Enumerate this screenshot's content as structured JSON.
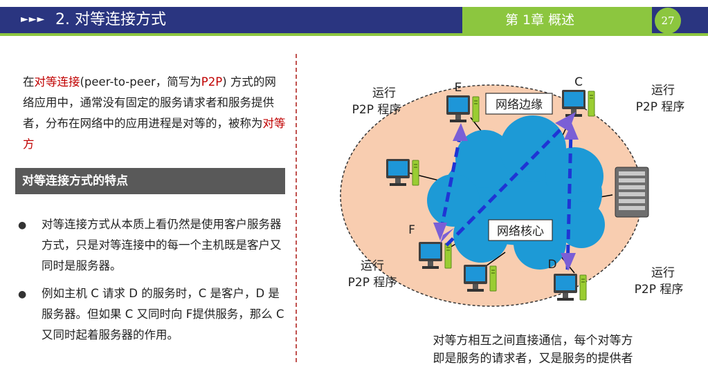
{
  "header": {
    "arrows": "►►►",
    "title": "2. 对等连接方式",
    "chapter": "第 1章   概述",
    "page": "27"
  },
  "intro": {
    "p1": "在",
    "term1": "对等连接",
    "p2": "(peer-to-peer，简写为",
    "term2": "P2P",
    "p3": ") 方式的网络应用中，通常没有固定的服务请求者和服务提供者，分布在网络中的应用进程是对等的，被称为",
    "term3": "对等方"
  },
  "section_title": "对等连接方式的特点",
  "bullets": [
    "对等连接方式从本质上看仍然是使用客户服务器方式，只是对等连接中的每一个主机既是客户又同时是服务器。",
    "例如主机 C 请求 D 的服务时，C 是客户，D 是服务器。但如果 C 又同时向 F提供服务，那么 C 又同时起着服务器的作用。"
  ],
  "diagram": {
    "edge_label": "网络边缘",
    "core_label": "网络核心",
    "nodes": {
      "e": "E",
      "c": "C",
      "f": "F",
      "d": "D"
    },
    "run_label_1": "运行",
    "run_label_2": "P2P 程序"
  },
  "caption": {
    "line1": "对等方相互之间直接通信，每个对等方",
    "line2": "即是服务的请求者，又是服务的提供者"
  },
  "colors": {
    "header_blue": "#2a3580",
    "header_green": "#8cc63f",
    "edge_fill": "#f8cdb0",
    "cloud": "#1d9ad6",
    "arrow_blue": "#1f35d4",
    "arrow_purple": "#7a5fd6",
    "highlight_red": "#c00000"
  }
}
